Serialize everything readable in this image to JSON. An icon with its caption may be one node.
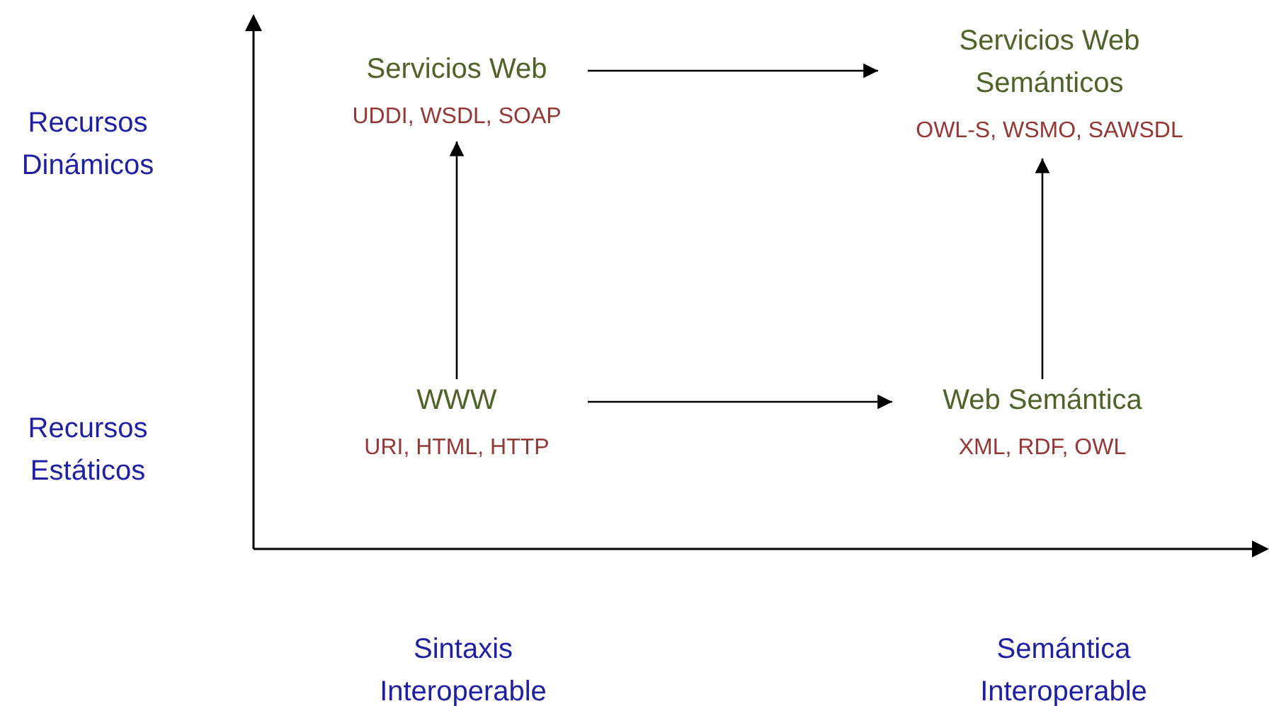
{
  "diagram": {
    "nodes": [
      {
        "text": [
          "Servicios Web",
          "UDDI, WSDL, SOAP"
        ]
      },
      {
        "text": [
          "Servicios Web Semánticos",
          "OWL-S, WSMO, SAWSDL"
        ]
      },
      {
        "text": [
          "WWW",
          "URI, HTML, HTTP"
        ]
      },
      {
        "text": [
          "Web Semántica",
          "XML, RDF, OWL"
        ]
      }
    ],
    "edges": [
      {
        "from": 0,
        "to": 1,
        "arrow": "to"
      },
      {
        "from": 2,
        "to": 0,
        "arrow": "to"
      },
      {
        "from": 2,
        "to": 3,
        "arrow": "to"
      },
      {
        "from": 3,
        "to": 1,
        "arrow": "to"
      }
    ],
    "labels": [
      "Recursos Dinámicos",
      "Recursos Estáticos",
      "Sintaxis Interoperable",
      "Semántica Interoperable"
    ]
  }
}
